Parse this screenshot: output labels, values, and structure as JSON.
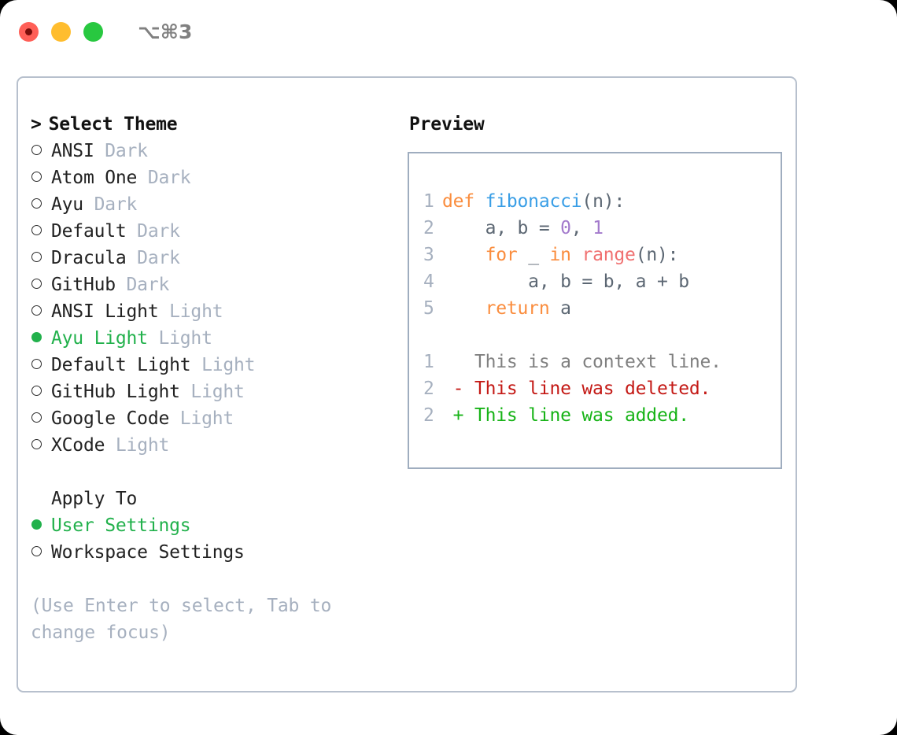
{
  "window": {
    "traffic_lights": [
      "close-red",
      "minimize-yellow",
      "maximize-green"
    ],
    "shortcut_label": "⌥⌘3"
  },
  "colors": {
    "accent_green": "#22b14c",
    "muted": "#a6b0bf",
    "border": "#b7c0cd",
    "preview_border": "#9fadbf",
    "keyword": "#fa8d3e",
    "function": "#399ee6",
    "number": "#a37acc",
    "call": "#f07171",
    "punct": "#5c6773",
    "diff_context": "#808080",
    "diff_deleted": "#c41a16",
    "diff_added": "#17b317"
  },
  "theme_panel": {
    "heading_caret": ">",
    "heading": "Select Theme",
    "items": [
      {
        "label": "ANSI",
        "tag": "Dark",
        "selected": false
      },
      {
        "label": "Atom One",
        "tag": "Dark",
        "selected": false
      },
      {
        "label": "Ayu",
        "tag": "Dark",
        "selected": false
      },
      {
        "label": "Default",
        "tag": "Dark",
        "selected": false
      },
      {
        "label": "Dracula",
        "tag": "Dark",
        "selected": false
      },
      {
        "label": "GitHub",
        "tag": "Dark",
        "selected": false
      },
      {
        "label": "ANSI Light",
        "tag": "Light",
        "selected": false
      },
      {
        "label": "Ayu Light",
        "tag": "Light",
        "selected": true
      },
      {
        "label": "Default Light",
        "tag": "Light",
        "selected": false
      },
      {
        "label": "GitHub Light",
        "tag": "Light",
        "selected": false
      },
      {
        "label": "Google Code",
        "tag": "Light",
        "selected": false
      },
      {
        "label": "XCode",
        "tag": "Light",
        "selected": false
      }
    ]
  },
  "apply_to": {
    "heading": "Apply To",
    "items": [
      {
        "label": "User Settings",
        "selected": true
      },
      {
        "label": "Workspace Settings",
        "selected": false
      }
    ]
  },
  "hint": "(Use Enter to select, Tab to change focus)",
  "preview": {
    "title": "Preview",
    "code_lines": [
      {
        "n": "1",
        "tokens": [
          {
            "t": "def ",
            "c": "tok-kw"
          },
          {
            "t": "fibonacci",
            "c": "tok-fn"
          },
          {
            "t": "(n):",
            "c": "tok-punct"
          }
        ]
      },
      {
        "n": "2",
        "tokens": [
          {
            "t": "    a, b = ",
            "c": "tok-var"
          },
          {
            "t": "0",
            "c": "tok-num"
          },
          {
            "t": ", ",
            "c": "tok-var"
          },
          {
            "t": "1",
            "c": "tok-num"
          }
        ]
      },
      {
        "n": "3",
        "tokens": [
          {
            "t": "    ",
            "c": "tok-var"
          },
          {
            "t": "for",
            "c": "tok-kw"
          },
          {
            "t": " _ ",
            "c": "tok-var"
          },
          {
            "t": "in",
            "c": "tok-kw"
          },
          {
            "t": " ",
            "c": "tok-var"
          },
          {
            "t": "range",
            "c": "tok-call"
          },
          {
            "t": "(n):",
            "c": "tok-punct"
          }
        ]
      },
      {
        "n": "4",
        "tokens": [
          {
            "t": "        a, b = b, a + b",
            "c": "tok-var"
          }
        ]
      },
      {
        "n": "5",
        "tokens": [
          {
            "t": "    ",
            "c": "tok-var"
          },
          {
            "t": "return",
            "c": "tok-kw"
          },
          {
            "t": " a",
            "c": "tok-var"
          }
        ]
      }
    ],
    "diff_lines": [
      {
        "n": "1",
        "text": "   This is a context line.",
        "cls": "diff-ctx"
      },
      {
        "n": "2",
        "text": " - This line was deleted.",
        "cls": "diff-del"
      },
      {
        "n": "2",
        "text": " + This line was added.",
        "cls": "diff-add"
      }
    ]
  }
}
